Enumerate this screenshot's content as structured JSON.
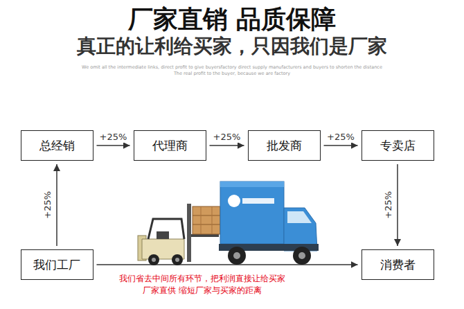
{
  "diagram": {
    "title": "厂家直销  品质保障",
    "nodes": [
      {
        "text": [
          "总经销"
        ]
      },
      {
        "text": [
          "代理商"
        ]
      },
      {
        "text": [
          "批发商"
        ]
      },
      {
        "text": [
          "专卖店"
        ]
      },
      {
        "text": [
          "我们工厂"
        ]
      },
      {
        "text": [
          "消费者"
        ]
      }
    ],
    "edges": [
      {
        "from": 4,
        "to": 0,
        "label": "+25%",
        "arrow": "to"
      },
      {
        "from": 0,
        "to": 1,
        "label": "+25%",
        "arrow": "to"
      },
      {
        "from": 1,
        "to": 2,
        "label": "+25%",
        "arrow": "to"
      },
      {
        "from": 2,
        "to": 3,
        "label": "+25%",
        "arrow": "to"
      },
      {
        "from": 3,
        "to": 5,
        "label": "+25%",
        "arrow": "to"
      },
      {
        "from": 4,
        "to": 5,
        "arrow": "to"
      }
    ],
    "labels": [
      "真正的让利给买家，只因我们是厂家",
      "We omit all the intermediate links, direct profit to give buyersfactory direct supply manufacturers and buyers to shorten the distance",
      "The real profit to the buyer, because we are factory",
      "我们省去中间所有环节，把利润直接让给买家",
      "厂家直供 缩短厂家与买家的距离"
    ]
  }
}
